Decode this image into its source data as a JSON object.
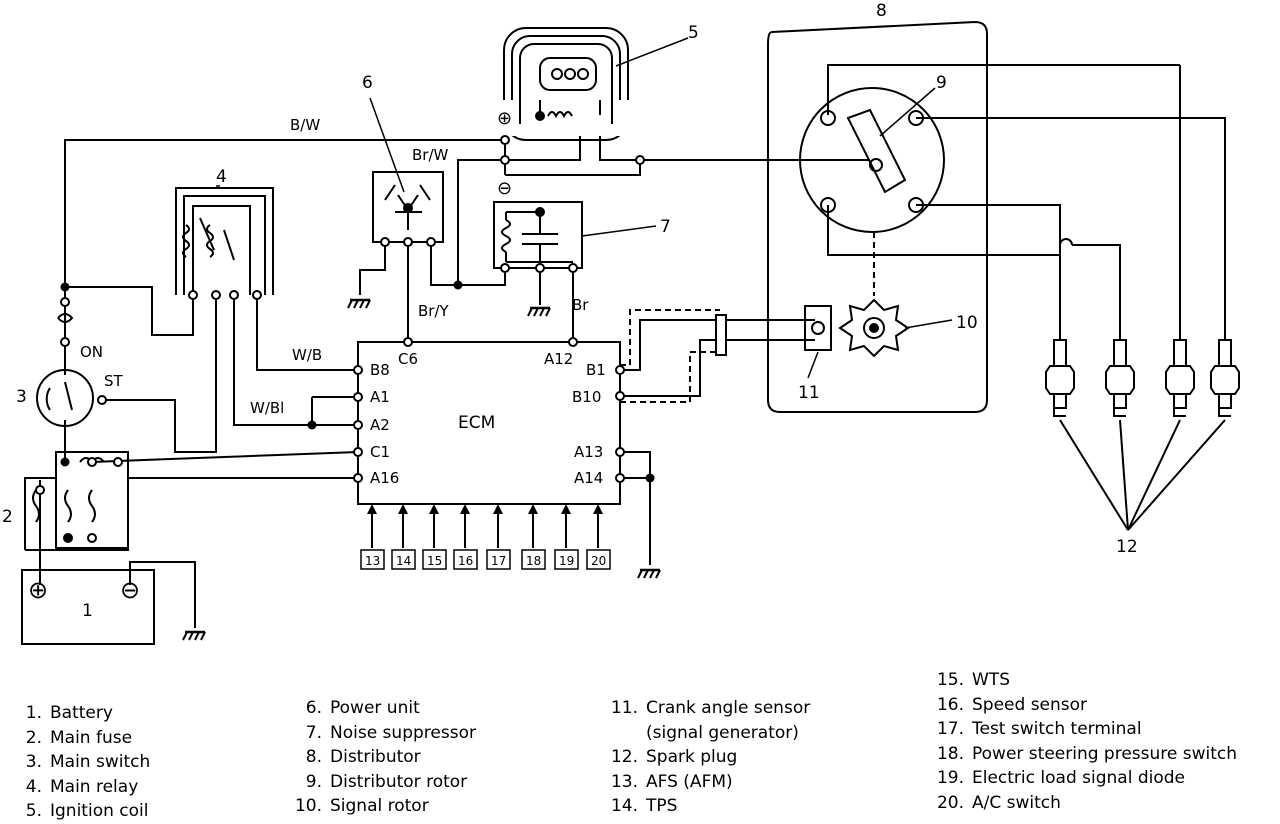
{
  "components": {
    "c1": "1",
    "c2": "2",
    "c3": "3",
    "c4": "4",
    "c5": "5",
    "c6": "6",
    "c7": "7",
    "c8": "8",
    "c9": "9",
    "c10": "10",
    "c11": "11",
    "c12": "12"
  },
  "switch_labels": {
    "on": "ON",
    "st": "ST"
  },
  "coil_terminals": {
    "plus": "⊕",
    "minus": "⊖"
  },
  "battery_terminals": {
    "plus": "⊕",
    "minus": "⊖"
  },
  "wires": {
    "bw": "B/W",
    "brw": "Br/W",
    "wb": "W/B",
    "wbl": "W/Bl",
    "bry": "Br/Y",
    "br": "Br"
  },
  "ecm": {
    "title": "ECM",
    "pins": {
      "b8": "B8",
      "a1": "A1",
      "a2": "A2",
      "c1": "C1",
      "a16": "A16",
      "c6": "C6",
      "a12": "A12",
      "b1": "B1",
      "b10": "B10",
      "a13": "A13",
      "a14": "A14"
    },
    "inputs": [
      "13",
      "14",
      "15",
      "16",
      "17",
      "18",
      "19",
      "20"
    ]
  },
  "legend": {
    "col1": [
      {
        "n": "1.",
        "t": "Battery"
      },
      {
        "n": "2.",
        "t": "Main fuse"
      },
      {
        "n": "3.",
        "t": "Main switch"
      },
      {
        "n": "4.",
        "t": "Main relay"
      },
      {
        "n": "5.",
        "t": "Ignition coil"
      }
    ],
    "col2": [
      {
        "n": "6.",
        "t": "Power unit"
      },
      {
        "n": "7.",
        "t": "Noise suppressor"
      },
      {
        "n": "8.",
        "t": "Distributor"
      },
      {
        "n": "9.",
        "t": "Distributor rotor"
      },
      {
        "n": "10.",
        "t": "Signal rotor"
      }
    ],
    "col3": [
      {
        "n": "11.",
        "t": "Crank angle sensor"
      },
      {
        "n": "",
        "t": "(signal generator)"
      },
      {
        "n": "12.",
        "t": "Spark plug"
      },
      {
        "n": "13.",
        "t": "AFS (AFM)"
      },
      {
        "n": "14.",
        "t": "TPS"
      }
    ],
    "col4": [
      {
        "n": "15.",
        "t": "WTS"
      },
      {
        "n": "16.",
        "t": "Speed sensor"
      },
      {
        "n": "17.",
        "t": "Test switch terminal"
      },
      {
        "n": "18.",
        "t": "Power steering pressure switch"
      },
      {
        "n": "19.",
        "t": "Electric load signal diode"
      },
      {
        "n": "20.",
        "t": "A/C switch"
      }
    ]
  }
}
